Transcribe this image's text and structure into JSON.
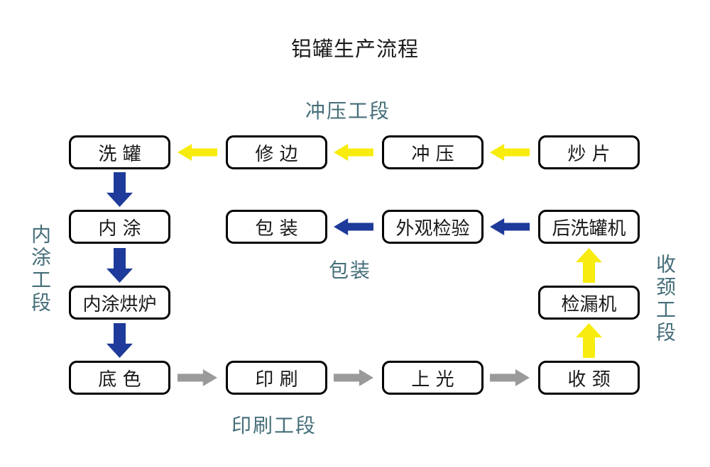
{
  "title": "铝罐生产流程",
  "colors": {
    "yellow": "#f7ec0d",
    "blue": "#1e3a9a",
    "gray": "#9a9a9a",
    "teal": "#456e79",
    "box-border": "#000000",
    "box-bg": "#ffffff",
    "text": "#1a1a1a"
  },
  "sections": {
    "stamping": "冲压工段",
    "inner_coating": "内涂工段",
    "packing": "包装",
    "printing": "印刷工段",
    "necking": "收颈工段"
  },
  "nodes": {
    "wash_can": "洗 罐",
    "trim": "修 边",
    "stamp": "冲 压",
    "fry_sheet": "炒 片",
    "inner_coat": "内 涂",
    "pack": "包 装",
    "visual_inspect": "外观检验",
    "post_wash_machine": "后洗罐机",
    "coating_oven": "内涂烘炉",
    "leak_tester": "检漏机",
    "base_color": "底 色",
    "print": "印 刷",
    "varnish": "上 光",
    "neck": "收 颈"
  }
}
